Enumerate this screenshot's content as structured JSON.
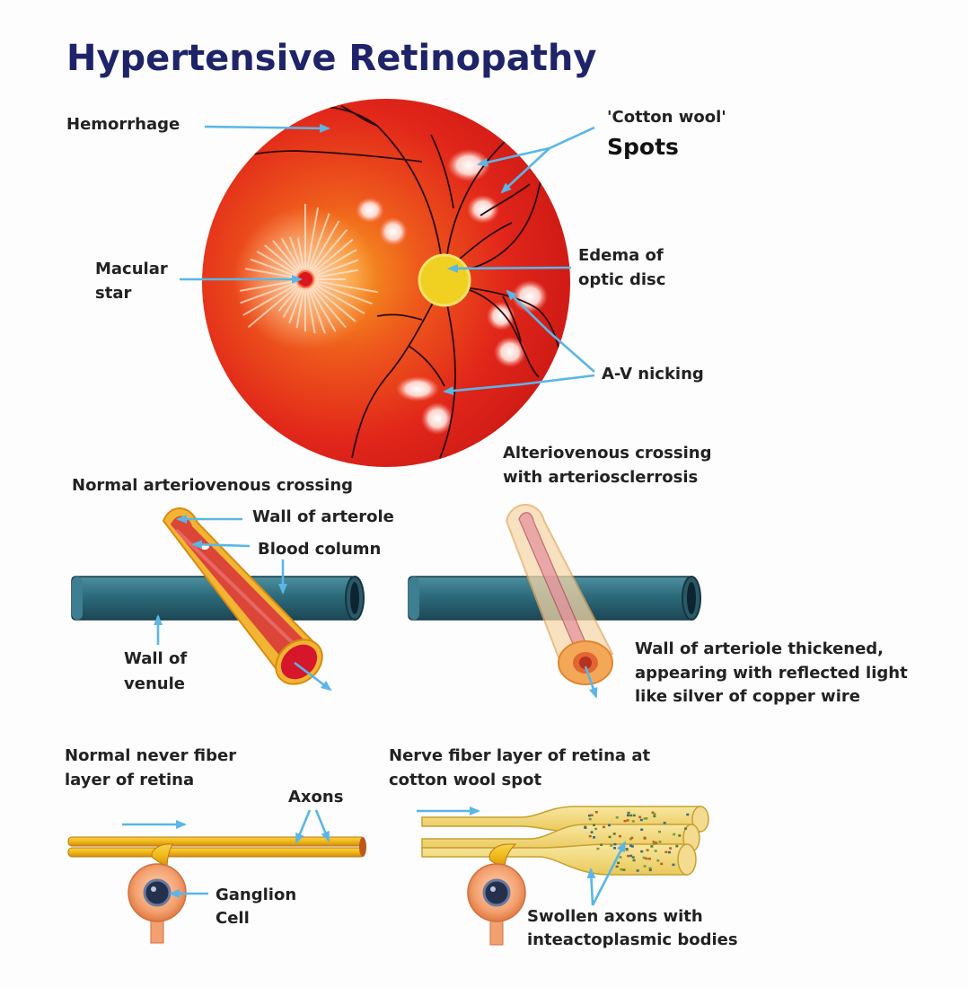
{
  "title": "Hypertensive Retinopathy",
  "fundus": {
    "hemorrhage": "Hemorrhage",
    "cotton_wool_line1": "'Cotton wool'",
    "cotton_wool_line2": "Spots",
    "macular_star_line1": "Macular",
    "macular_star_line2": "star",
    "edema_line1": "Edema of",
    "edema_line2": "optic disc",
    "av_nicking": "A-V nicking"
  },
  "normal_crossing": {
    "heading": "Normal arteriovenous crossing",
    "wall_arteriole": "Wall of arterole",
    "blood_column": "Blood column",
    "wall_venule_line1": "Wall of",
    "wall_venule_line2": "venule"
  },
  "sclerotic_crossing": {
    "heading_line1": "Alteriovenous crossing",
    "heading_line2": "with arteriosclerrosis",
    "desc_line1": "Wall of arteriole thickened,",
    "desc_line2": "appearing with reflected light",
    "desc_line3": "like silver of copper wire"
  },
  "normal_nerve": {
    "heading_line1": "Normal never fiber",
    "heading_line2": "layer of retina",
    "axons": "Axons",
    "ganglion_line1": "Ganglion",
    "ganglion_line2": "Cell"
  },
  "cotton_nerve": {
    "heading_line1": "Nerve fiber layer of retina at",
    "heading_line2": "cotton wool spot",
    "swollen_line1": "Swollen axons with",
    "swollen_line2": "inteactoplasmic bodies"
  },
  "colors": {
    "title": "#1f2469",
    "fundus_red": "#e0241a",
    "optic_disc": "#f0d020",
    "arrow": "#5bb6e6",
    "venule": "#2b6a7a",
    "axon": "#f4c21a"
  }
}
